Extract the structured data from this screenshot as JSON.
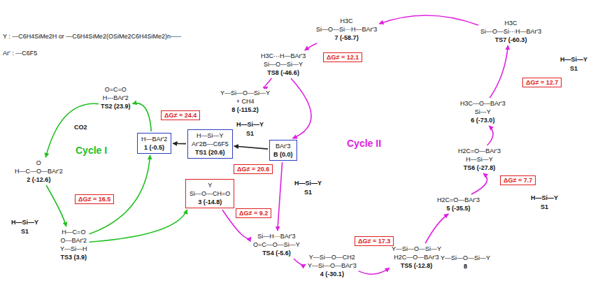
{
  "diagram": {
    "nodes": [
      {
        "text": [
          "O=C=O",
          "H---BAr'2",
          "TS2 (23.9)"
        ]
      },
      {
        "text": [
          "H—BAr'2",
          "1 (-0.5)"
        ]
      },
      {
        "text": [
          "O",
          "H—C—O—BAr'2",
          "2 (-12.6)"
        ]
      },
      {
        "text": [
          "H—C=O",
          "O—BAr'2",
          "Y—Si—H",
          "TS3 (3.9)"
        ]
      },
      {
        "text": [
          "H—Si—Y",
          "Ar'2B—C6F5",
          "TS1 (20.6)"
        ]
      },
      {
        "text": [
          "BAr'3",
          "B (0.0)"
        ]
      },
      {
        "text": [
          "Y",
          "Si—O—CH=O",
          "3 (-14.8)"
        ]
      },
      {
        "text": [
          "Si—H···BAr'3",
          "O=C—O—Si—Y",
          "TS4 (-5.6)"
        ]
      },
      {
        "text": [
          "Y—Si—O—CH2",
          "Y—Si—O—BAr'3",
          "4 (-30.1)"
        ]
      },
      {
        "text": [
          "Y—Si—O—Si—Y",
          "H2C—O—BAr'3",
          "TS5 (-12.8)"
        ]
      },
      {
        "text": [
          "Y—Si—O—Si—Y",
          "8"
        ]
      },
      {
        "text": [
          "H2C=O—BAr'3",
          "5 (-35.5)"
        ]
      },
      {
        "text": [
          "H2C=O—BAr'3",
          "H—Si—Y",
          "TS6 (-27.8)"
        ]
      },
      {
        "text": [
          "H3C—O—BAr'3",
          "Si—Y",
          "6 (-73.0)"
        ]
      },
      {
        "text": [
          "H3C",
          "Si—O—Si···H—BAr'3",
          "TS7 (-60.3)"
        ]
      },
      {
        "text": [
          "H3C",
          "Si—O—Si···H—BAr'3",
          "7 (-58.7)"
        ]
      },
      {
        "text": [
          "H3C···H—BAr'3",
          "Si—O—Si—Y",
          "TS8 (-46.6)"
        ]
      },
      {
        "text": [
          "Y—Si—O—Si—Y",
          "+ CH4",
          "8 (-115.2)"
        ]
      },
      {
        "text": [
          "ΔG≠ = 24.4"
        ]
      },
      {
        "text": [
          "ΔG≠ = 16.5"
        ]
      },
      {
        "text": [
          "ΔG≠ = 20.6"
        ]
      },
      {
        "text": [
          "ΔG≠ = 9.2"
        ]
      },
      {
        "text": [
          "ΔG≠ = 17.3"
        ]
      },
      {
        "text": [
          "ΔG≠ = 7.7"
        ]
      },
      {
        "text": [
          "ΔG≠ = 12.7"
        ]
      },
      {
        "text": [
          "ΔG≠ = 12.1"
        ]
      }
    ],
    "edges": [
      {
        "from": 1,
        "to": 0,
        "arrow": "to"
      },
      {
        "from": 0,
        "to": 2,
        "arrow": "to"
      },
      {
        "from": 2,
        "to": 3,
        "arrow": "to"
      },
      {
        "from": 3,
        "to": 1,
        "arrow": "to"
      },
      {
        "from": 3,
        "to": 6,
        "arrow": "to"
      },
      {
        "from": 5,
        "to": 4,
        "arrow": "to"
      },
      {
        "from": 4,
        "to": 1,
        "arrow": "to"
      },
      {
        "from": 5,
        "to": 7,
        "arrow": "to"
      },
      {
        "from": 6,
        "to": 7,
        "arrow": "to"
      },
      {
        "from": 7,
        "to": 8,
        "arrow": "to"
      },
      {
        "from": 8,
        "to": 9,
        "arrow": "to"
      },
      {
        "from": 9,
        "to": 11,
        "arrow": "to"
      },
      {
        "from": 9,
        "to": 10,
        "arrow": "to"
      },
      {
        "from": 11,
        "to": 12,
        "arrow": "to"
      },
      {
        "from": 12,
        "to": 13,
        "arrow": "to"
      },
      {
        "from": 13,
        "to": 14,
        "arrow": "to"
      },
      {
        "from": 14,
        "to": 15,
        "arrow": "to"
      },
      {
        "from": 15,
        "to": 16,
        "arrow": "to"
      },
      {
        "from": 16,
        "to": 5,
        "arrow": "to"
      },
      {
        "from": 16,
        "to": 17,
        "arrow": "to"
      }
    ],
    "labels": [
      "Y : —C6H4SiMe2H or —C6H4SiMe2(OSiMe2C6H4SiMe2)n-----",
      "Ar' : —C6F5",
      "Cycle I",
      "Cycle II",
      "CO2",
      "H—Si—Y",
      "S1",
      "H—Si—Y",
      "S1",
      "H—Si—Y",
      "S1",
      "H—Si—Y",
      "S1",
      "H—Si—Y",
      "S1"
    ]
  }
}
